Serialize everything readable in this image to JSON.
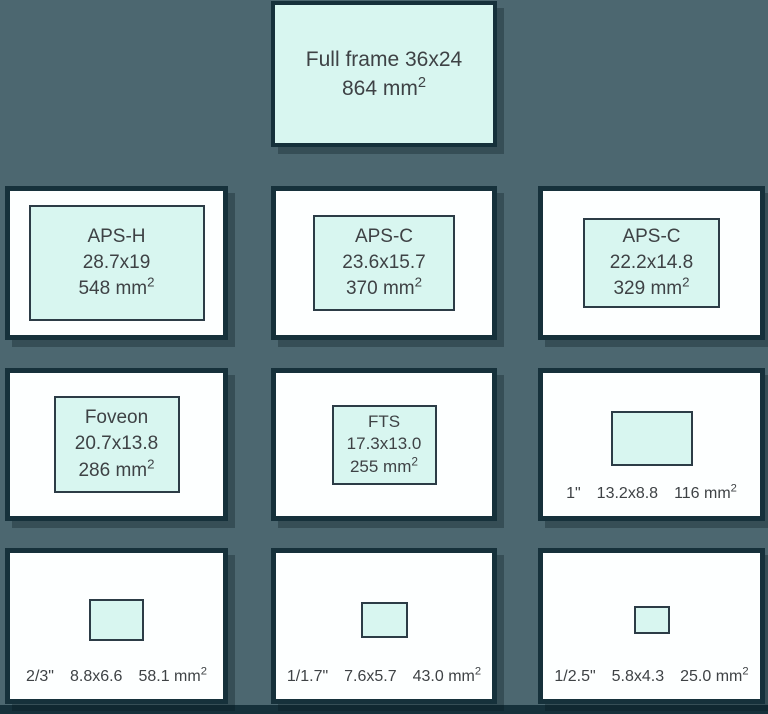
{
  "colors": {
    "background": "#4c6770",
    "card_face": "#fdffff",
    "sensor_fill": "#d8f6f0",
    "frame_dark": "#16313b",
    "text": "#3e4245"
  },
  "cards": [
    {
      "key": "full-frame",
      "name": "Full frame 36x24",
      "area": "864 mm",
      "sup": "2"
    },
    {
      "key": "aps-h",
      "name": "APS-H",
      "dims": "28.7x19",
      "area": "548 mm",
      "sup": "2"
    },
    {
      "key": "aps-c-large",
      "name": "APS-C",
      "dims": "23.6x15.7",
      "area": "370 mm",
      "sup": "2"
    },
    {
      "key": "aps-c-small",
      "name": "APS-C",
      "dims": "22.2x14.8",
      "area": "329 mm",
      "sup": "2"
    },
    {
      "key": "foveon",
      "name": "Foveon",
      "dims": "20.7x13.8",
      "area": "286 mm",
      "sup": "2"
    },
    {
      "key": "fts",
      "name": "FTS",
      "dims": "17.3x13.0",
      "area": "255 mm",
      "sup": "2"
    },
    {
      "key": "one-inch",
      "name": "1\"",
      "dims": "13.2x8.8",
      "area": "116 mm",
      "sup": "2"
    },
    {
      "key": "two-thirds-inch",
      "name": "2/3\"",
      "dims": "8.8x6.6",
      "area": "58.1 mm",
      "sup": "2"
    },
    {
      "key": "one-1-7-inch",
      "name": "1/1.7\"",
      "dims": "7.6x5.7",
      "area": "43.0 mm",
      "sup": "2"
    },
    {
      "key": "one-2-5-inch",
      "name": "1/2.5\"",
      "dims": "5.8x4.3",
      "area": "25.0 mm",
      "sup": "2"
    }
  ]
}
